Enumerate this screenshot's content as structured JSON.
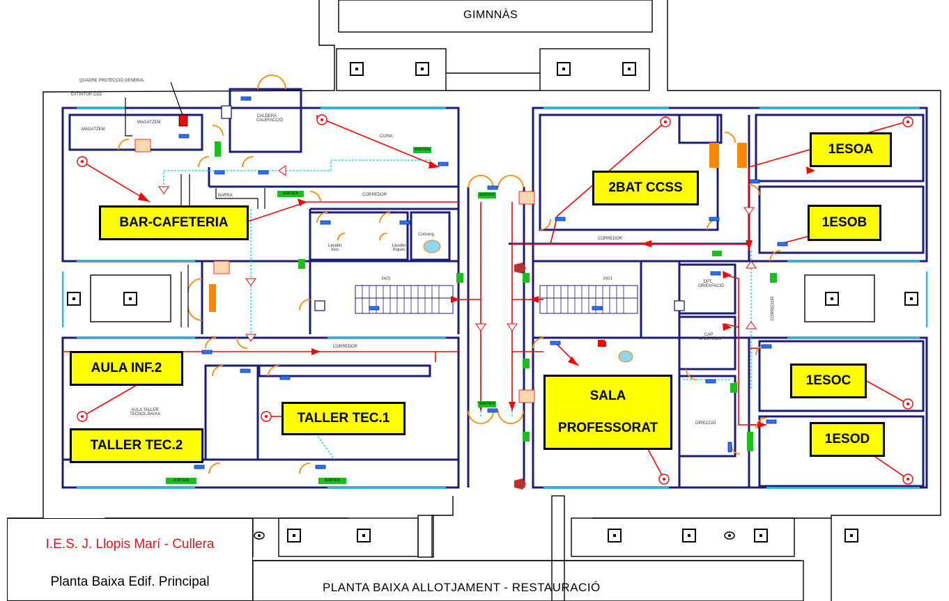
{
  "building": {
    "gym_label": "GIMNNÀS",
    "bottom_label": "PLANTA BAIXA ALLOTJAMENT - RESTAURACIÓ"
  },
  "title_block": {
    "line1": "I.E.S. J. Llopis Marí - Cullera",
    "line2": "Planta Baixa Edif. Principal"
  },
  "room_labels": {
    "bar": "BAR-CAFETERIA",
    "aula_inf2": "AULA INF.2",
    "taller_tec2": "TALLER TEC.2",
    "taller_tec1": "TALLER TEC.1",
    "bat_ccss": "2BAT CCSS",
    "esoa": "1ESOA",
    "esob": "1ESOB",
    "esoc": "1ESOC",
    "esod": "1ESOD",
    "sala_line1": "SALA",
    "sala_line2": "PROFESSORAT"
  },
  "small_labels": {
    "quadre": "QUADRE PROTECCIÓ GENERAL",
    "extintor": "EXTINTOR CO2",
    "magatzem1": "MAGATZEM",
    "magatzem2": "MAGATZEM",
    "caldera": "CALDERA CALEFACCIÓ",
    "cuina": "CUINA",
    "barra": "BARRA",
    "corredor1": "CORREDOR",
    "corredor2": "CORREDOR",
    "corredor3": "CORREDOR",
    "corredor4": "CORREDOR",
    "lavabo1": "Lavabo Xics",
    "lavabo2": "Lavabo Xiques",
    "conserge": "Conserg.",
    "pati1": "PATI",
    "pati2": "PATI",
    "dpt": "DPT. ORIENTACIÓ",
    "cap": "CAP D'ESTUDIS",
    "direccio": "DIRECCIÓ",
    "aula_taller": "AULA TALLER TECNOL.BAIXA",
    "sortida": "SORTIDA"
  },
  "colors": {
    "wall": "#1b1b7a",
    "window": "#00c8e8",
    "evac_route": "#ff0000",
    "door": "#ff8800",
    "label_bg": "#ffff00",
    "exit_sign": "#17c01b"
  }
}
